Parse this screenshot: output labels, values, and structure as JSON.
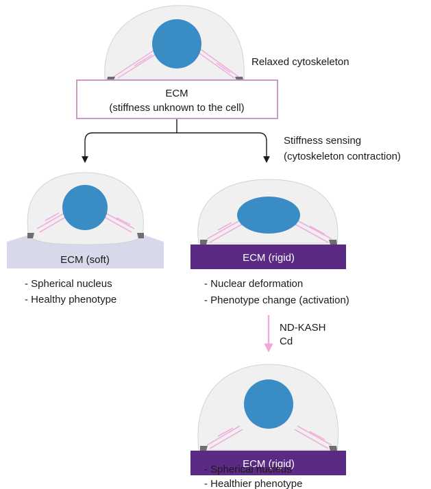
{
  "top": {
    "side_label": "Relaxed cytoskeleton",
    "ecm_line1": "ECM",
    "ecm_line2": "(stiffness unknown to the cell)"
  },
  "branch": {
    "label_line1": "Stiffness sensing",
    "label_line2": "(cytoskeleton contraction)"
  },
  "soft": {
    "ecm_label": "ECM (soft)",
    "note1": "- Spherical nucleus",
    "note2": "- Healthy phenotype"
  },
  "rigid": {
    "ecm_label": "ECM (rigid)",
    "note1": "- Nuclear deformation",
    "note2": "- Phenotype change (activation)"
  },
  "treatment": {
    "line1": "ND-KASH",
    "line2": "Cd"
  },
  "treated": {
    "ecm_label": "ECM (rigid)",
    "note1": "- Spherical nucleus",
    "note2": "- Healthier phenotype"
  },
  "colors": {
    "nucleus": "#3a8cc4",
    "cell": "#f0f0f0",
    "cell_outline": "#cfcfcf",
    "fiber": "#f2aede",
    "soft_ecm": "#d7d8e9",
    "rigid_ecm": "#5a2a84",
    "ecm_box_border": "#c99ac9",
    "arrow_pink": "#f0a8dc",
    "arrow_black": "#1a1a1a"
  }
}
